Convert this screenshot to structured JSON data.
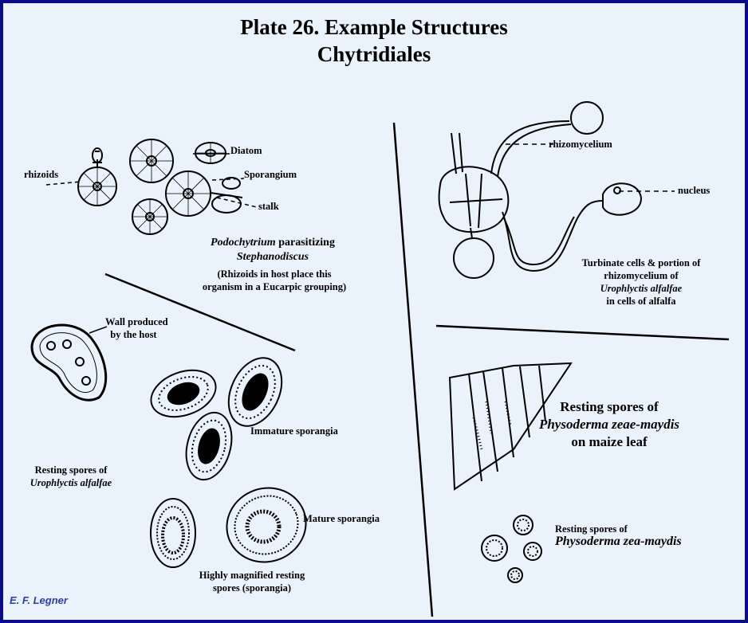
{
  "title": {
    "line1": "Plate 26.  Example Structures",
    "line2": "Chytridiales"
  },
  "labels": {
    "rhizoids": "rhizoids",
    "diatom": "Diatom",
    "sporangium": "Sporangium",
    "stalk": "stalk",
    "rhizomycelium": "rhizomycelium",
    "nucleus": "nucleus",
    "wall1": "Wall produced",
    "wall2": "by the host",
    "immature": "Immature sporangia",
    "mature": "Mature sporangia"
  },
  "podochytrium": {
    "genus": "Podochytrium",
    "verb": "parasitizing",
    "host": "Stephanodiscus",
    "note1": "(Rhizoids in host place this",
    "note2": "organism in a Eucarpic grouping)"
  },
  "turbinate": {
    "l1": "Turbinate cells & portion of",
    "l2": "rhizomycelium of",
    "l3": "Urophlyctis alfalfae",
    "l4": "in cells of alfalfa"
  },
  "urophlyctis": {
    "l1": "Resting spores of",
    "l2": "Urophlyctis alfalfae"
  },
  "magnified": {
    "l1": "Highly magnified resting",
    "l2": "spores (sporangia)"
  },
  "physoderma_leaf": {
    "l1": "Resting spores of",
    "l2": "Physoderma zeae-maydis",
    "l3": "on maize leaf"
  },
  "physoderma_spores": {
    "l1": "Resting spores of",
    "l2": "Physoderma zea-maydis"
  },
  "credit": "E. F. Legner"
}
